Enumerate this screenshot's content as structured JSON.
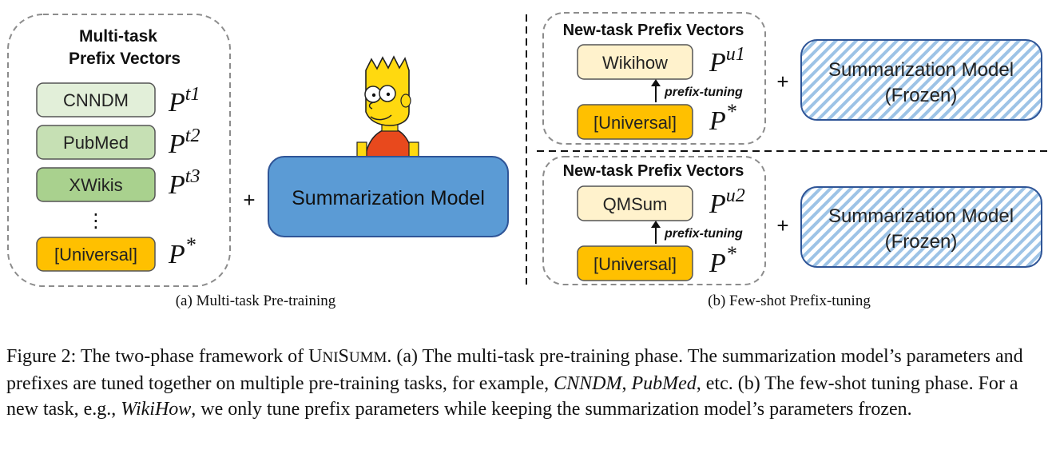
{
  "panel_a": {
    "group_title_line1": "Multi-task",
    "group_title_line2": "Prefix Vectors",
    "tasks": [
      {
        "label": "CNNDM",
        "symbol": "P",
        "sup": "t1",
        "fill": "#e2efd9"
      },
      {
        "label": "PubMed",
        "symbol": "P",
        "sup": "t2",
        "fill": "#c6e0b4"
      },
      {
        "label": "XWikis",
        "symbol": "P",
        "sup": "t3",
        "fill": "#a9d18e"
      }
    ],
    "ellipsis": "⋮",
    "universal": {
      "label": "[Universal]",
      "symbol": "P",
      "sup": "*",
      "fill": "#ffc000"
    },
    "plus": "+",
    "model_label": "Summarization Model",
    "model_fill": "#5b9bd5",
    "caption": "(a) Multi-task Pre-training"
  },
  "panel_b": {
    "blocks": [
      {
        "group_title": "New-task Prefix Vectors",
        "task_label": "Wikihow",
        "task_symbol": "P",
        "task_sup": "u1",
        "arrow_label": "prefix-tuning",
        "universal_label": "[Universal]",
        "universal_symbol": "P",
        "universal_sup": "*",
        "plus": "+",
        "model_line1": "Summarization Model",
        "model_line2": "(Frozen)"
      },
      {
        "group_title": "New-task Prefix Vectors",
        "task_label": "QMSum",
        "task_symbol": "P",
        "task_sup": "u2",
        "arrow_label": "prefix-tuning",
        "universal_label": "[Universal]",
        "universal_symbol": "P",
        "universal_sup": "*",
        "plus": "+",
        "model_line1": "Summarization Model",
        "model_line2": "(Frozen)"
      }
    ],
    "caption": "(b) Few-shot Prefix-tuning"
  },
  "colors": {
    "new_task_fill": "#fff2cc",
    "universal_fill": "#ffc000",
    "frozen_stripe": "#9dc3e6",
    "frozen_border": "#2f5597"
  },
  "figure_caption": {
    "part1": "Figure 2: The two-phase framework of ",
    "name_big_u": "U",
    "name_small_ni": "NI",
    "name_big_s": "S",
    "name_small_umm": "UMM",
    "part2": ". (a) The multi-task pre-training phase. The summarization model’s parameters and prefixes are tuned together on multiple pre-training tasks, for example, ",
    "ex1": "CNNDM",
    "sep1": ", ",
    "ex2": "PubMed",
    "part3": ", etc. (b) The few-shot tuning phase. For a new task, e.g., ",
    "ex3": "WikiHow",
    "part4": ", we only tune prefix parameters while keeping the summarization model’s parameters frozen."
  }
}
